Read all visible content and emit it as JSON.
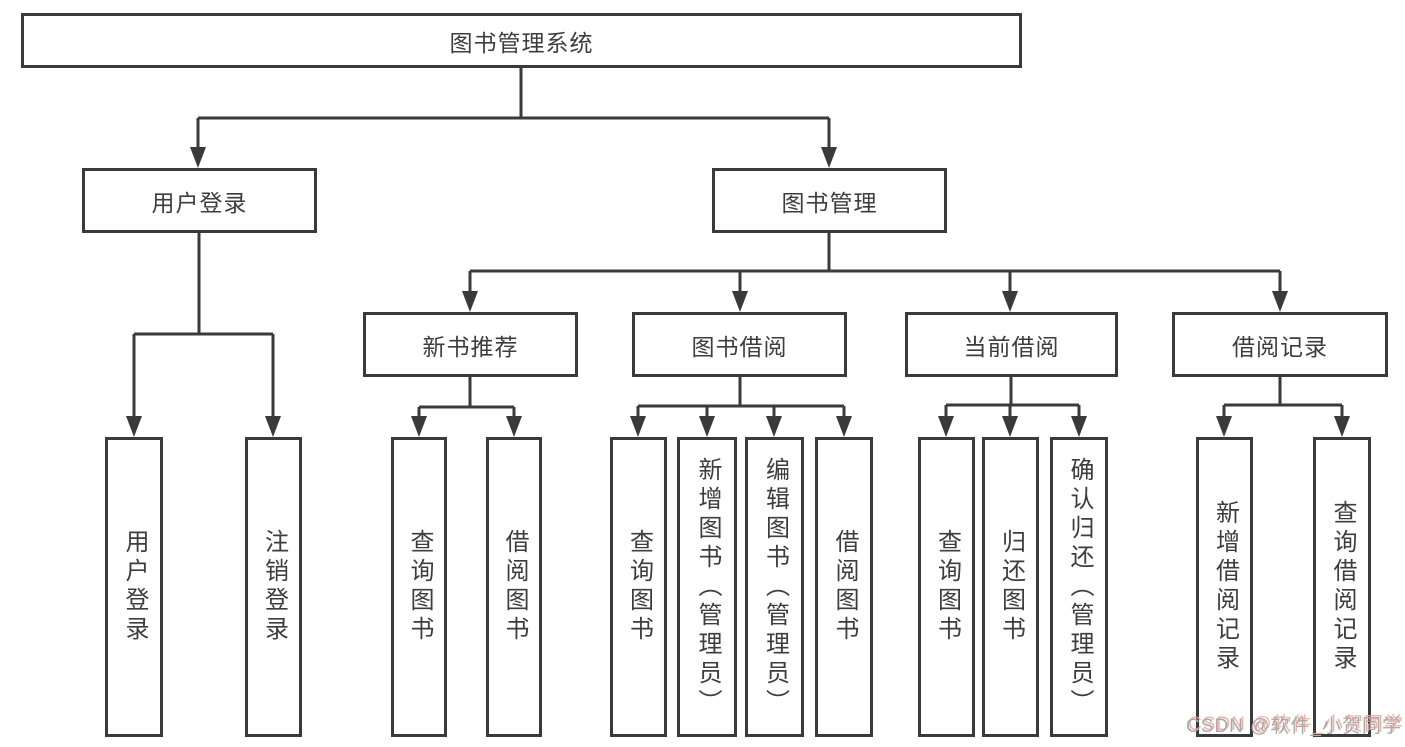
{
  "diagram": {
    "root": {
      "label": "图书管理系统"
    },
    "level2": [
      {
        "label": "用户登录"
      },
      {
        "label": "图书管理"
      }
    ],
    "level3": [
      {
        "label": "新书推荐"
      },
      {
        "label": "图书借阅"
      },
      {
        "label": "当前借阅"
      },
      {
        "label": "借阅记录"
      }
    ],
    "leaves": {
      "user_login": [
        {
          "label": "用户登录"
        },
        {
          "label": "注销登录"
        }
      ],
      "new_book": [
        {
          "label": "查询图书"
        },
        {
          "label": "借阅图书"
        }
      ],
      "book_borrow": [
        {
          "label": "查询图书"
        },
        {
          "label": "新增图书（管理员）"
        },
        {
          "label": "编辑图书（管理员）"
        },
        {
          "label": "借阅图书"
        }
      ],
      "current_borrow": [
        {
          "label": "查询图书"
        },
        {
          "label": "归还图书"
        },
        {
          "label": "确认归还（管理员）"
        }
      ],
      "borrow_record": [
        {
          "label": "新增借阅记录"
        },
        {
          "label": "查询借阅记录"
        }
      ]
    }
  },
  "watermark": {
    "text": "CSDN @软件_小贺同学"
  },
  "colors": {
    "line": "#3a3a3a",
    "text": "#3d3d3d",
    "background": "#ffffff",
    "watermark_gray": "#a9a9a9",
    "watermark_shadow": "#eea498"
  }
}
